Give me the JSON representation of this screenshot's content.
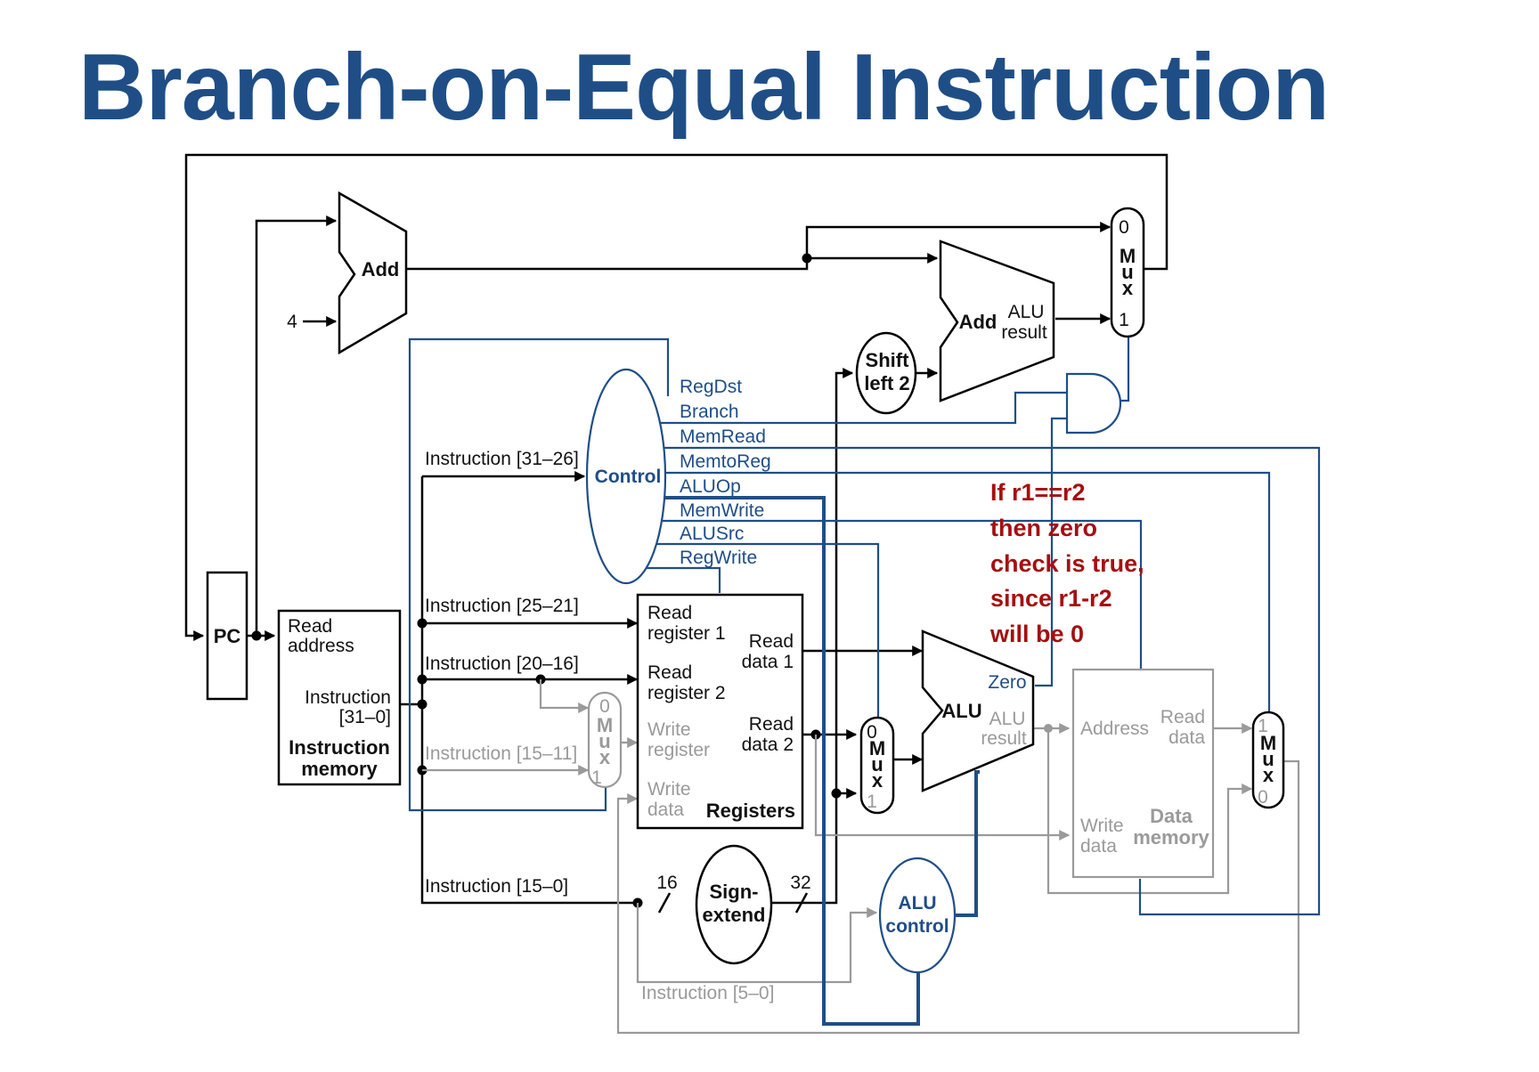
{
  "title": "Branch-on-Equal Instruction",
  "colors": {
    "title": "#1f4e87",
    "control": "#1f4e87",
    "inactive": "#9a9a9a",
    "note": "#a50f0f"
  },
  "blocks": {
    "pc": "PC",
    "add_pc": "Add",
    "const_four": "4",
    "instr_mem": {
      "read_address_1": "Read",
      "read_address_2": "address",
      "instruction_1": "Instruction",
      "instruction_2": "[31–0]",
      "name_1": "Instruction",
      "name_2": "memory"
    },
    "control": "Control",
    "control_signals": [
      "RegDst",
      "Branch",
      "MemRead",
      "MemtoReg",
      "ALUOp",
      "MemWrite",
      "ALUSrc",
      "RegWrite"
    ],
    "registers": {
      "read_reg1_1": "Read",
      "read_reg1_2": "register 1",
      "read_reg2_1": "Read",
      "read_reg2_2": "register 2",
      "write_reg_1": "Write",
      "write_reg_2": "register",
      "write_data_1": "Write",
      "write_data_2": "data",
      "read_data1_1": "Read",
      "read_data1_2": "data 1",
      "read_data2_1": "Read",
      "read_data2_2": "data 2",
      "name": "Registers"
    },
    "sign_extend": {
      "line1": "Sign-",
      "line2": "extend",
      "in_bits": "16",
      "out_bits": "32"
    },
    "shift_left": {
      "line1": "Shift",
      "line2": "left 2"
    },
    "add_branch": {
      "name": "Add",
      "result_1": "ALU",
      "result_2": "result"
    },
    "alu": {
      "name": "ALU",
      "zero": "Zero",
      "result_1": "ALU",
      "result_2": "result"
    },
    "alu_control": {
      "line1": "ALU",
      "line2": "control"
    },
    "data_memory": {
      "address": "Address",
      "read_1": "Read",
      "read_2": "data",
      "write_1": "Write",
      "write_2": "data",
      "name_1": "Data",
      "name_2": "memory"
    },
    "mux_letters": [
      "M",
      "u",
      "x"
    ],
    "mux_in0": "0",
    "mux_in1": "1"
  },
  "instruction_fields": [
    "Instruction [31–26]",
    "Instruction [25–21]",
    "Instruction [20–16]",
    "Instruction [15–11]",
    "Instruction [15–0]",
    "Instruction [5–0]"
  ],
  "note": [
    "If r1==r2",
    "then zero",
    "check is true,",
    "since r1-r2",
    "will be 0"
  ]
}
